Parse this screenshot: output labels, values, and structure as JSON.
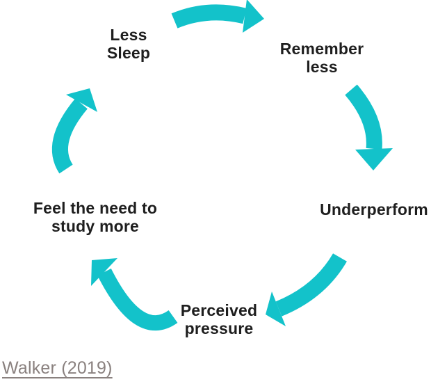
{
  "diagram": {
    "type": "cycle",
    "direction": "clockwise",
    "steps": [
      {
        "id": "less-sleep",
        "label": "Less\nSleep"
      },
      {
        "id": "remember-less",
        "label": "Remember\nless"
      },
      {
        "id": "underperform",
        "label": "Underperform"
      },
      {
        "id": "perceived-pressure",
        "label": "Perceived\npressure"
      },
      {
        "id": "feel-the-need-to-study-more",
        "label": "Feel the need to\nstudy more"
      }
    ],
    "arrows": [
      {
        "from": "less-sleep",
        "to": "remember-less"
      },
      {
        "from": "remember-less",
        "to": "underperform"
      },
      {
        "from": "underperform",
        "to": "perceived-pressure"
      },
      {
        "from": "perceived-pressure",
        "to": "feel-the-need-to-study-more"
      },
      {
        "from": "feel-the-need-to-study-more",
        "to": "less-sleep"
      }
    ]
  },
  "citation": {
    "label": "Walker (2019)"
  },
  "colors": {
    "arrow": "#13C2CA",
    "text": "#1E1E1E",
    "citation_link": "#8A817F",
    "background": "#FFFFFF"
  }
}
